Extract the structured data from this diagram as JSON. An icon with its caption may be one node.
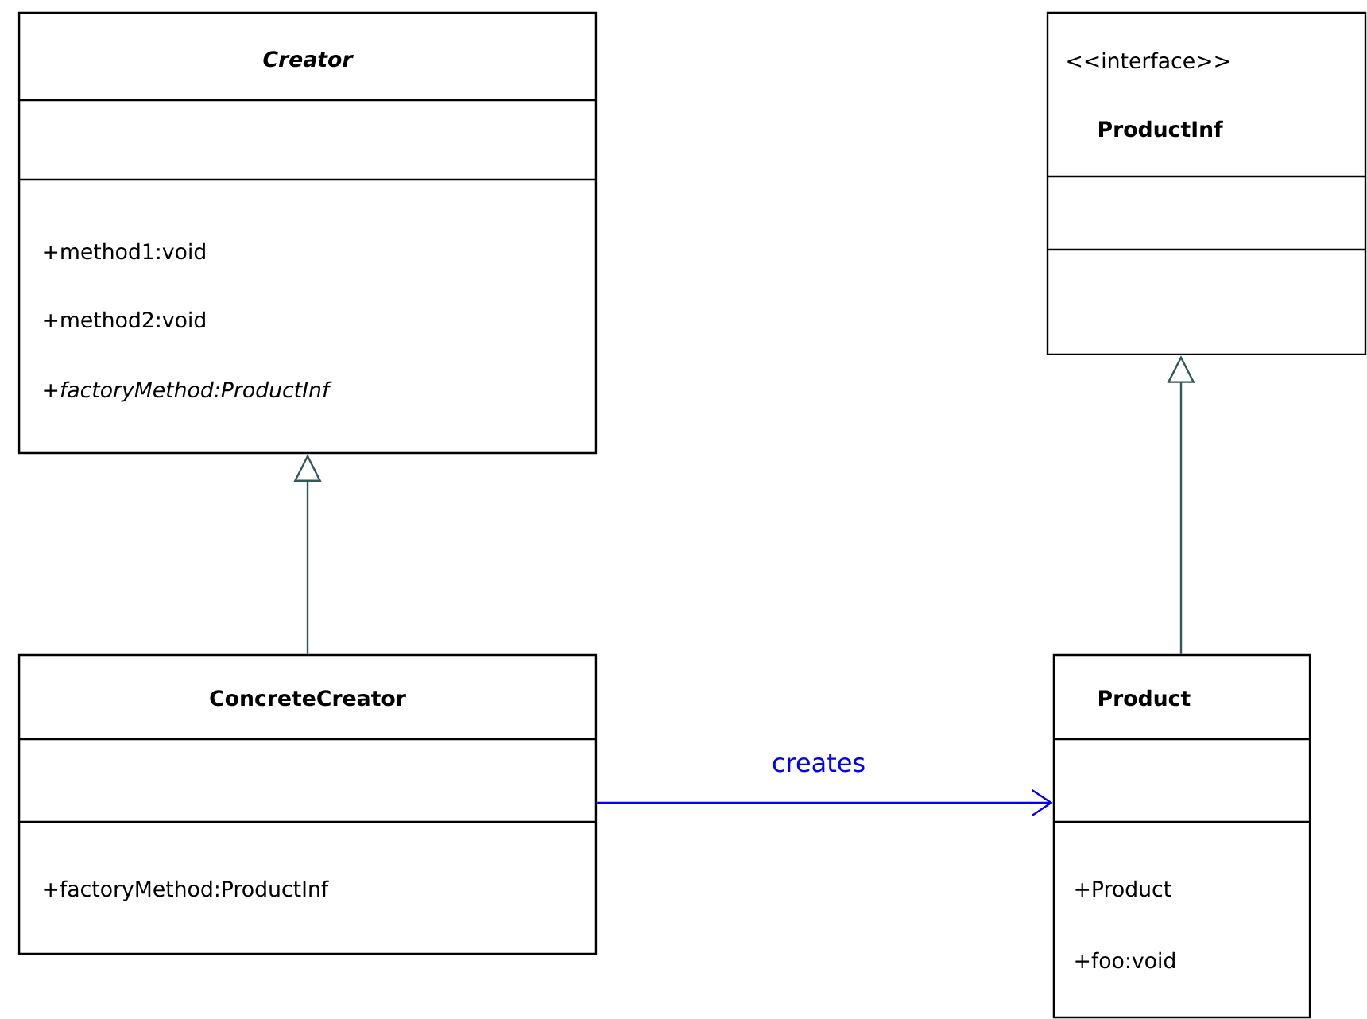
{
  "diagram": {
    "nodes": [
      {
        "text": [
          "Creator",
          "+method1:void",
          "+method2:void",
          "+factoryMethod:ProductInf"
        ]
      },
      {
        "text": [
          "<<interface>>",
          "ProductInf"
        ]
      },
      {
        "text": [
          "ConcreteCreator",
          "+factoryMethod:ProductInf"
        ]
      },
      {
        "text": [
          "Product",
          "+Product",
          "+foo:void"
        ]
      }
    ],
    "edges": [
      {
        "from": 2,
        "to": 0,
        "arrow": "to"
      },
      {
        "from": 3,
        "to": 1,
        "arrow": "to"
      },
      {
        "from": 2,
        "to": 3,
        "arrow": "to",
        "label": "creates",
        "color": "#0000ff"
      }
    ]
  }
}
